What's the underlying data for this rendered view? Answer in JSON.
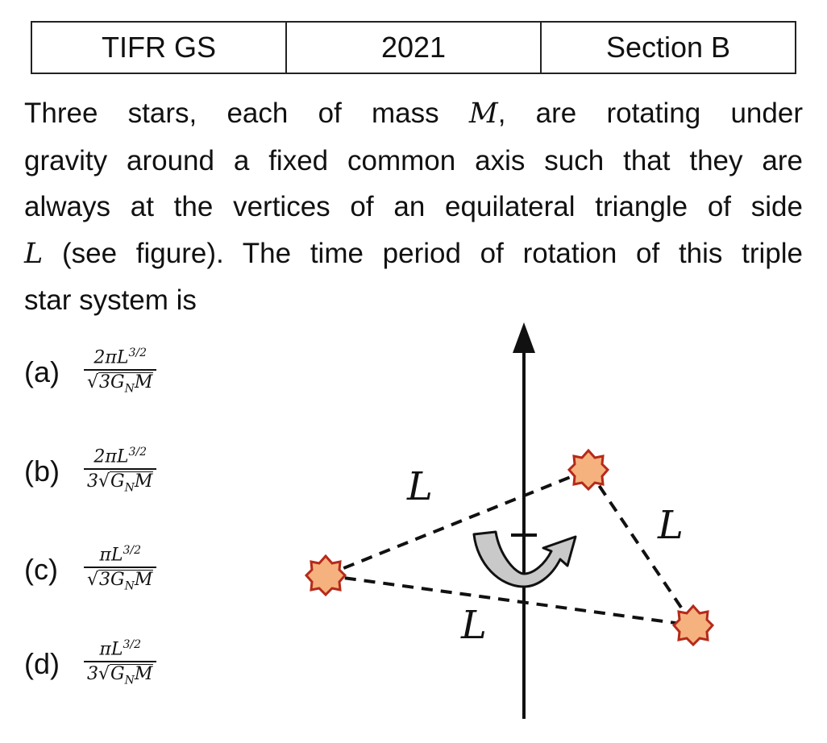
{
  "header": {
    "exam": "TIFR GS",
    "year": "2021",
    "section": "Section B"
  },
  "question": {
    "line1_a": "Three stars, each of mass ",
    "line1_m": "M",
    "line1_b": ", are rotating under",
    "line2": "gravity around a fixed common axis such that they are",
    "line3": "always at the vertices of an equilateral triangle of side",
    "line4_L": "L",
    "line4_b": " (see figure). The time period of rotation of this triple",
    "line5": "star system is"
  },
  "options": [
    {
      "label": "(a)",
      "num": "2πL",
      "num_exp": "3/2",
      "den_pre": "",
      "den_rad": "3G",
      "den_sub": "N",
      "den_post": "M"
    },
    {
      "label": "(b)",
      "num": "2πL",
      "num_exp": "3/2",
      "den_pre": "3",
      "den_rad": "G",
      "den_sub": "N",
      "den_post": "M"
    },
    {
      "label": "(c)",
      "num": "πL",
      "num_exp": "3/2",
      "den_pre": "",
      "den_rad": "3G",
      "den_sub": "N",
      "den_post": "M"
    },
    {
      "label": "(d)",
      "num": "πL",
      "num_exp": "3/2",
      "den_pre": "3",
      "den_rad": "G",
      "den_sub": "N",
      "den_post": "M"
    }
  ],
  "figure": {
    "side_labels": [
      "L",
      "L",
      "L"
    ],
    "star_color": "#f5b27e",
    "star_stroke": "#b52a1a",
    "rotation_arrow_color": "#c8c8c8"
  }
}
